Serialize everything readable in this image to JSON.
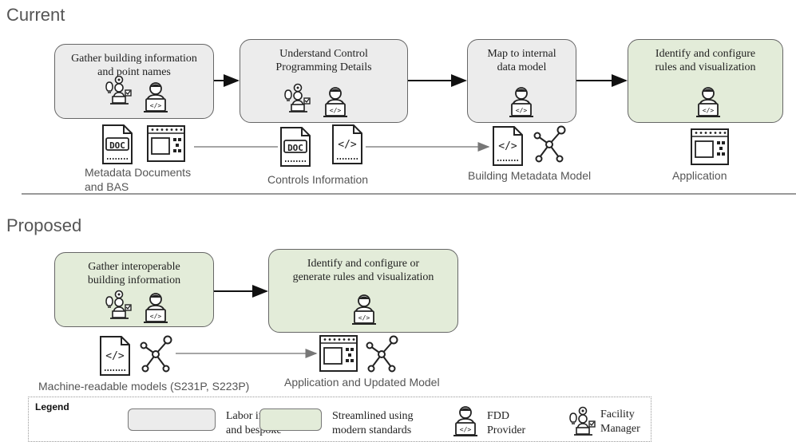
{
  "sections": {
    "current_title": "Current",
    "proposed_title": "Proposed"
  },
  "current": {
    "steps": [
      {
        "label_line1": "Gather building information",
        "label_line2": "and point names",
        "style": "gray"
      },
      {
        "label_line1": "Understand Control",
        "label_line2": "Programming Details",
        "style": "gray"
      },
      {
        "label_line1": "Map to internal",
        "label_line2": "data model",
        "style": "gray"
      },
      {
        "label_line1": "Identify and configure",
        "label_line2": "rules and visualization",
        "style": "green"
      }
    ],
    "artifacts": {
      "metadata_docs_line1": "Metadata Documents",
      "metadata_docs_line2": "and BAS",
      "controls_info": "Controls Information",
      "building_model": "Building Metadata Model",
      "application": "Application"
    }
  },
  "proposed": {
    "steps": [
      {
        "label_line1": "Gather interoperable",
        "label_line2": "building information",
        "style": "green"
      },
      {
        "label_line1": "Identify and configure or",
        "label_line2": "generate rules and visualization",
        "style": "green"
      }
    ],
    "artifacts": {
      "machine_readable": "Machine-readable models (S231P, S223P)",
      "app_updated": "Application and Updated Model"
    }
  },
  "icons": {
    "doc_badge": "DOC",
    "code_badge": "</>"
  },
  "legend": {
    "title": "Legend",
    "labor_line1": "Labor intensive",
    "labor_line2": "and bespoke",
    "streamlined_line1": "Streamlined using",
    "streamlined_line2": "modern standards",
    "fdd_line1": "FDD",
    "fdd_line2": "Provider",
    "facility_line1": "Facility",
    "facility_line2": "Manager"
  },
  "colors": {
    "gray_box": "#ececec",
    "green_box": "#e3ecd9",
    "border": "#666666",
    "arrow": "#111111",
    "connector": "#888888"
  }
}
